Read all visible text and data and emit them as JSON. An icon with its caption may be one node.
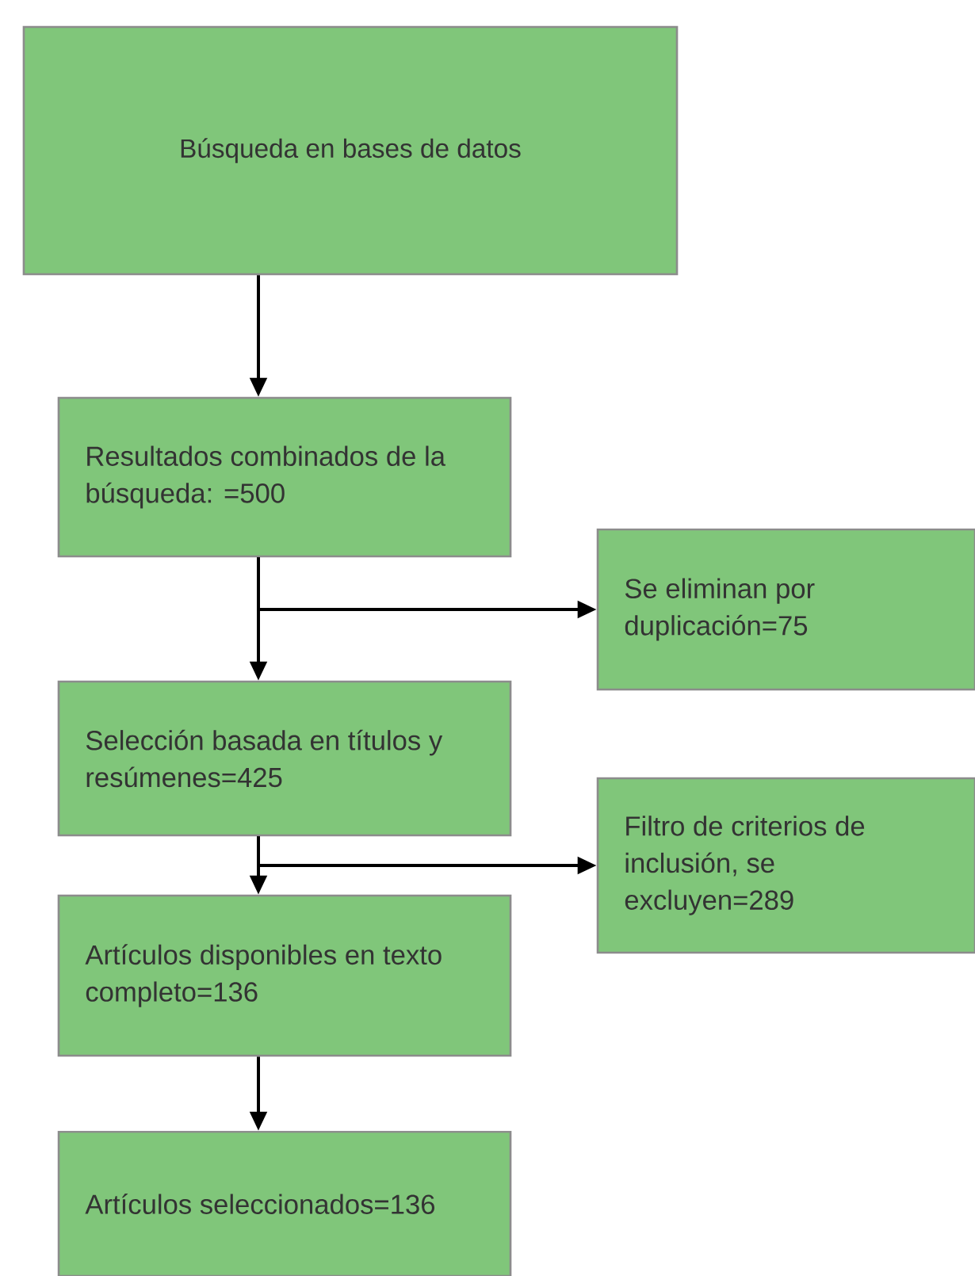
{
  "diagram": {
    "nodes": [
      {
        "text": [
          "Búsqueda en bases de datos"
        ]
      },
      {
        "text": [
          "Resultados combinados de la búsqueda: =500"
        ]
      },
      {
        "text": [
          "Se eliminan por duplicación=75"
        ]
      },
      {
        "text": [
          "Selección basada en títulos y resúmenes=425"
        ]
      },
      {
        "text": [
          "Filtro de criterios de inclusión, se excluyen=289"
        ]
      },
      {
        "text": [
          "Artículos disponibles en texto completo=136"
        ]
      },
      {
        "text": [
          "Artículos seleccionados=136"
        ]
      }
    ],
    "edges": [
      {
        "from": 0,
        "to": 1,
        "arrow": "to"
      },
      {
        "from": 1,
        "to": 3,
        "arrow": "to"
      },
      {
        "from": 1,
        "to": 2,
        "arrow": "to"
      },
      {
        "from": 3,
        "to": 5,
        "arrow": "to"
      },
      {
        "from": 3,
        "to": 4,
        "arrow": "to"
      },
      {
        "from": 5,
        "to": 6,
        "arrow": "to"
      }
    ]
  }
}
